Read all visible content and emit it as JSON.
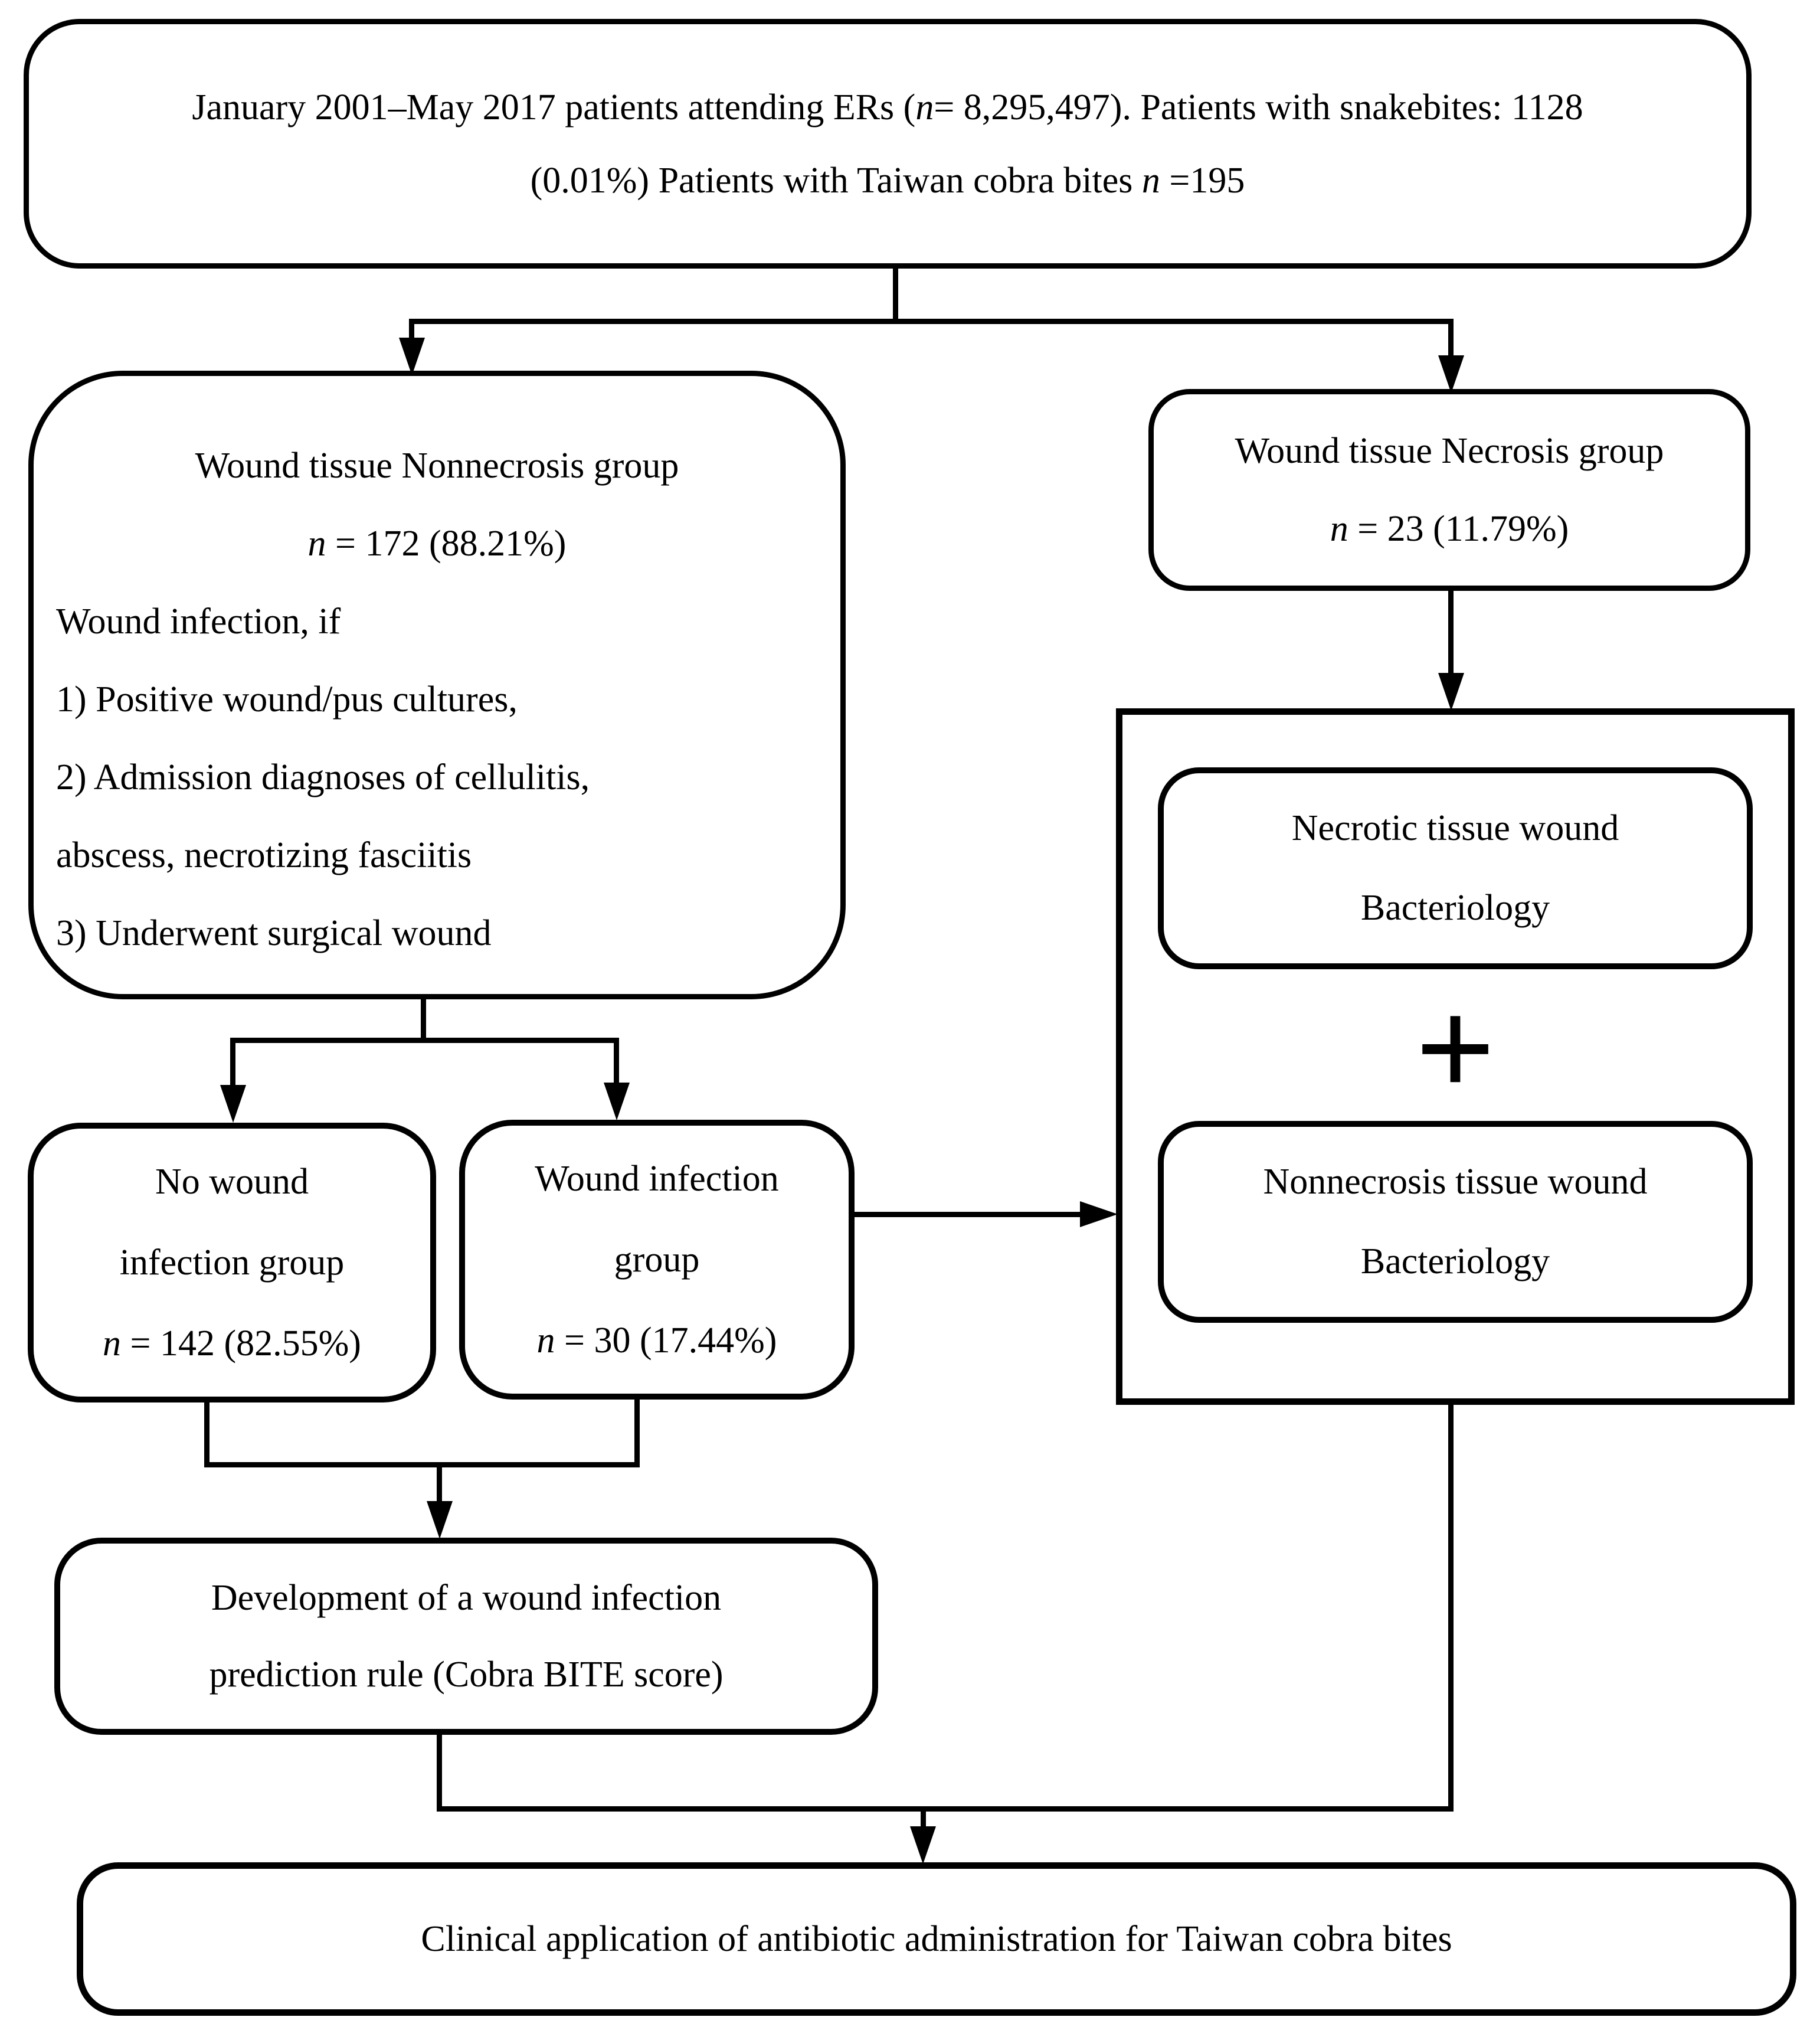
{
  "palette": {
    "ink": "#000000",
    "paper": "#ffffff"
  },
  "boxes": {
    "top": {
      "line1": [
        {
          "t": "January 2001–May 2017 patients attending ERs ("
        },
        {
          "t": "n",
          "i": true
        },
        {
          "t": "= 8,295,497). Patients with snakebites: 1128"
        }
      ],
      "line2": [
        {
          "t": "(0.01%) Patients with Taiwan cobra bites "
        },
        {
          "t": "n",
          "i": true
        },
        {
          "t": " =195"
        }
      ]
    },
    "nonnecrosis": {
      "title": "Wound tissue Nonnecrosis group",
      "n_line": [
        {
          "t": "n",
          "i": true
        },
        {
          "t": " = 172 (88.21%)"
        }
      ],
      "intro": "Wound infection, if",
      "items": [
        "1) Positive wound/pus cultures,",
        "2) Admission diagnoses of cellulitis,",
        "abscess, necrotizing fasciitis",
        "3) Underwent surgical wound"
      ]
    },
    "necrosis": {
      "title": "Wound tissue Necrosis group",
      "n_line": [
        {
          "t": "n",
          "i": true
        },
        {
          "t": " = 23 (11.79%)"
        }
      ]
    },
    "no_infection": {
      "line1": "No wound",
      "line2": "infection group",
      "n_line": [
        {
          "t": "n",
          "i": true
        },
        {
          "t": " = 142 (82.55%)"
        }
      ]
    },
    "infection": {
      "line1": "Wound infection",
      "line2": "group",
      "n_line": [
        {
          "t": "n",
          "i": true
        },
        {
          "t": " = 30 (17.44%)"
        }
      ]
    },
    "bacteriology": {
      "necrotic_line1": "Necrotic tissue wound",
      "necrotic_line2": "Bacteriology",
      "plus": "+",
      "nonnecrosis_line1": "Nonnecrosis tissue wound",
      "nonnecrosis_line2": "Bacteriology"
    },
    "development": {
      "line1": "Development of a wound infection",
      "line2": "prediction rule (Cobra BITE score)"
    },
    "clinical": {
      "text": "Clinical application of antibiotic administration for Taiwan cobra bites"
    }
  }
}
